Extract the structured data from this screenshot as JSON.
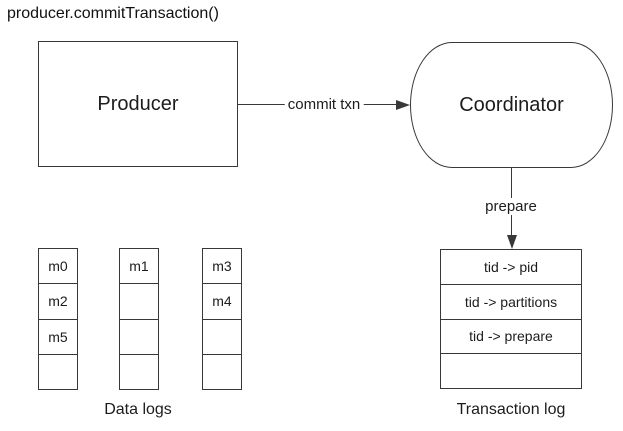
{
  "title": "producer.commitTransaction()",
  "producer": {
    "label": "Producer"
  },
  "coordinator": {
    "label": "Coordinator"
  },
  "edges": {
    "commit_label": "commit txn",
    "prepare_label": "prepare"
  },
  "data_logs": {
    "caption": "Data logs",
    "stacks": [
      [
        "m0",
        "m2",
        "m5",
        ""
      ],
      [
        "m1",
        "",
        "",
        ""
      ],
      [
        "m3",
        "m4",
        "",
        ""
      ]
    ]
  },
  "transaction_log": {
    "caption": "Transaction log",
    "cells": [
      "tid -> pid",
      "tid -> partitions",
      "tid -> prepare",
      ""
    ]
  },
  "colors": {
    "stroke": "#383838",
    "text": "#1c1c1c",
    "bg": "#ffffff"
  }
}
